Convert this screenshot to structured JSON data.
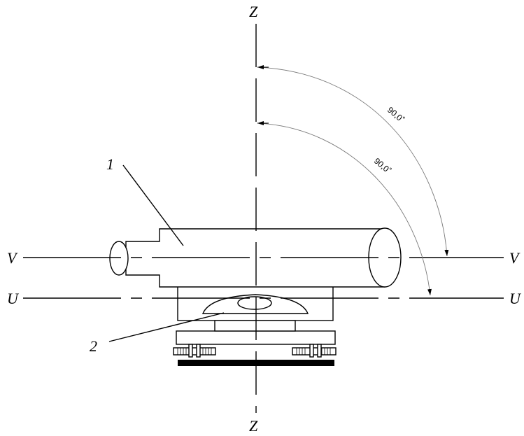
{
  "axes": {
    "vertical_top_label": "Z",
    "vertical_bottom_label": "Z",
    "sight_left_label": "V",
    "sight_right_label": "V",
    "level_left_label": "U",
    "level_right_label": "U"
  },
  "angles": {
    "outer_value": "90,0˚",
    "inner_value": "90,0˚"
  },
  "callouts": {
    "telescope_number": "1",
    "level_vial_number": "2"
  },
  "colors": {
    "line": "#000000",
    "dimension_arc": "#7a7a7a",
    "base_plate": "#000000"
  }
}
